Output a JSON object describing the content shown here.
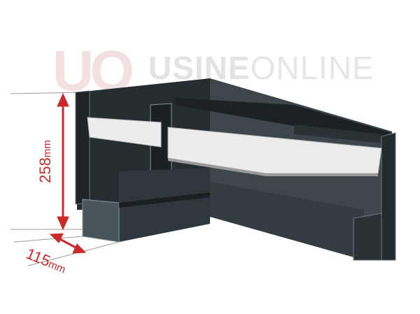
{
  "logo": {
    "mark": "UO",
    "brand_bold": "USINE",
    "brand_light": "ONLINE"
  },
  "dimensions": {
    "height": {
      "value": "258",
      "unit": "mm"
    },
    "depth": {
      "value": "115",
      "unit": "mm"
    }
  },
  "colors": {
    "profile": "#3a4348",
    "profile_dark": "#1f2528",
    "glass": "#ececec",
    "dimension": "#cc2a2a"
  }
}
